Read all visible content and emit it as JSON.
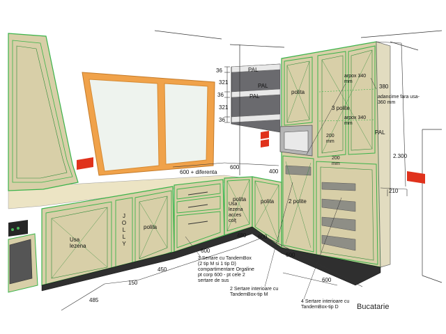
{
  "title": "Bucatarie",
  "labels": {
    "pal_1": "PAL",
    "pal_2": "PAL",
    "pal_3": "PAL",
    "pal_side": "PAL",
    "polita_tall": "polita",
    "three_polite": "3 polite",
    "approx_340_a": "arpox 340\nmm",
    "approx_340_b": "arpox 340\nmm",
    "mm_200_a": "200\nmm",
    "mm_200_b": "200\nmm",
    "depth_note": "adancime fara usa-\n360 mm",
    "usa_lezena_left": "Usa\nlezena",
    "polita_base_1": "polita",
    "polita_corner": "polita",
    "usa_lezena_acces": "Usa\nlezena\nacces\ncolţ",
    "polita_base_2": "polita",
    "two_polite": "2 polite",
    "jolly": "J\nO\nL\nL\nY",
    "note_tandembox_3": "3 Sertare cu TandemBox\n(2 tip M si 1 tip D)\ncompartimentare Orgaline\npt corp 600 - pt cele 2\nsertare de sus",
    "note_tandembox_2": "2 Sertare interioare cu\nTandemBox-tip M",
    "note_tandembox_4": "4 Sertare interioare cu\nTandemBox-tip D"
  },
  "dimensions": {
    "d36_top": "36",
    "d321_a": "321",
    "d36_b": "36",
    "d321_b": "321",
    "d36_c": "36",
    "d380": "380",
    "d2300": "2.300",
    "d210": "210",
    "d600_diff": "600 + diferenta",
    "d600_top": "600",
    "d400": "400",
    "d480": "480",
    "d600_mid": "600",
    "d600_corner": "600",
    "d450": "450",
    "d150": "150",
    "d485": "485",
    "d600_tall": "600",
    "d600_bottom": "600"
  },
  "colors": {
    "cabinet_fill": "#d8cfa8",
    "cabinet_outline": "#3bb34a",
    "window_frame": "#f0a24a",
    "glass": "#eef3ee",
    "plinth": "#2f2f2f",
    "socket": "#e0321c"
  }
}
